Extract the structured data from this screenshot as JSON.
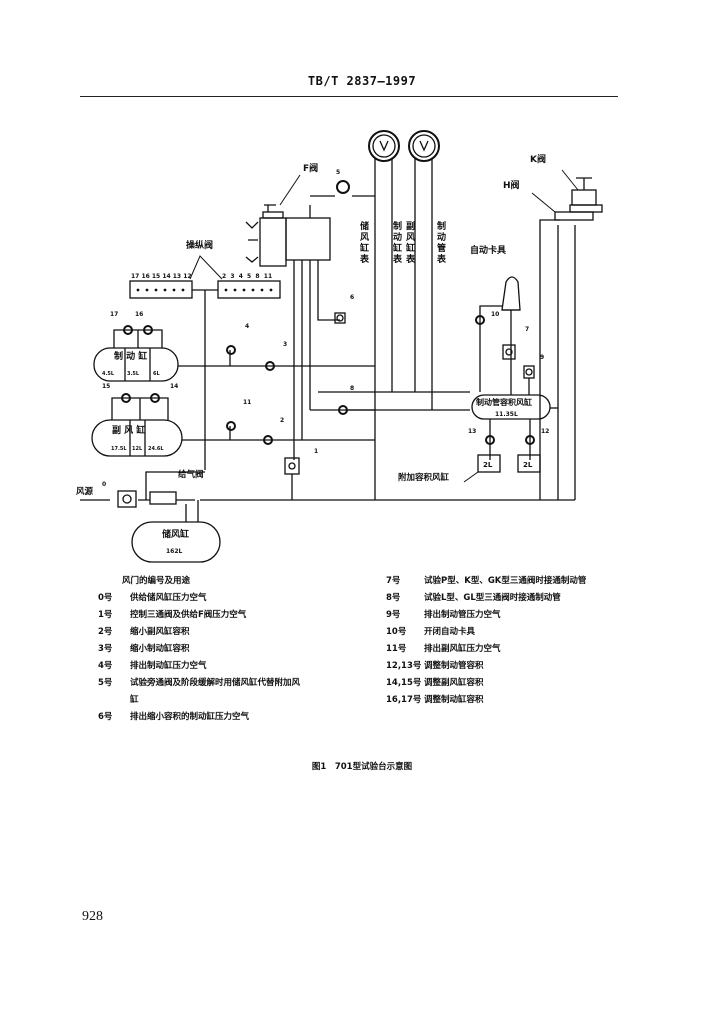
{
  "header": {
    "standard_code": "TB/T 2837—1997"
  },
  "diagram": {
    "f_valve": "F阀",
    "k_valve": "K阀",
    "h_valve": "H阀",
    "control_valve": "操纵阀",
    "control_left_numbers": "17 16 15 14 13 12",
    "control_right_numbers": "2  3  4  5  8  11",
    "auto_clamp": "自动卡具",
    "gauges": {
      "reservoir_gauge": "储风缸表",
      "brake_cyl_gauge": "制动缸表",
      "aux_reservoir_gauge": "副风缸表",
      "brake_pipe_gauge": "制动管表"
    },
    "brake_cylinder": {
      "label": "制 动 缸",
      "volumes": [
        "4.5L",
        "3.5L",
        "6L"
      ]
    },
    "aux_reservoir": {
      "label": "副 风 缸",
      "volumes": [
        "17.5L",
        "12L",
        "24.6L"
      ]
    },
    "main_reservoir": {
      "label": "储风缸",
      "volume": "162L"
    },
    "brake_pipe_reservoir": {
      "label": "制动管容积风缸",
      "volume": "11.35L"
    },
    "extra_reservoir": {
      "label": "附加容积风缸",
      "volume_a": "2L",
      "volume_b": "2L"
    },
    "supply_valve": "给气阀",
    "air_source": "风源",
    "valve_numbers": [
      "0",
      "1",
      "2",
      "3",
      "4",
      "5",
      "6",
      "7",
      "8",
      "9",
      "10",
      "11",
      "12",
      "13",
      "14",
      "15",
      "16",
      "17"
    ]
  },
  "legend": {
    "title": "风门的编号及用途",
    "left": [
      {
        "key": "0号",
        "text": "供给储风缸压力空气"
      },
      {
        "key": "1号",
        "text": "控制三通阀及供给F阀压力空气"
      },
      {
        "key": "2号",
        "text": "缩小副风缸容积"
      },
      {
        "key": "3号",
        "text": "缩小制动缸容积"
      },
      {
        "key": "4号",
        "text": "排出制动缸压力空气"
      },
      {
        "key": "5号",
        "text": "试验旁通阀及阶段缓解时用储风缸代替附加风"
      },
      {
        "key": "",
        "text": "缸"
      },
      {
        "key": "6号",
        "text": "排出缩小容积的制动缸压力空气"
      }
    ],
    "right": [
      {
        "key": "7号",
        "text": "试验P型、K型、GK型三通阀时接通制动管"
      },
      {
        "key": "8号",
        "text": "试验L型、GL型三通阀时接通制动管"
      },
      {
        "key": "9号",
        "text": "排出制动管压力空气"
      },
      {
        "key": "10号",
        "text": "开闭自动卡具"
      },
      {
        "key": "11号",
        "text": "排出副风缸压力空气"
      },
      {
        "key": "12,13号",
        "text": "调整制动管容积"
      },
      {
        "key": "14,15号",
        "text": "调整副风缸容积"
      },
      {
        "key": "16,17号",
        "text": "调整制动缸容积"
      }
    ]
  },
  "caption": "图1　701型试验台示意图",
  "page_number": "928"
}
